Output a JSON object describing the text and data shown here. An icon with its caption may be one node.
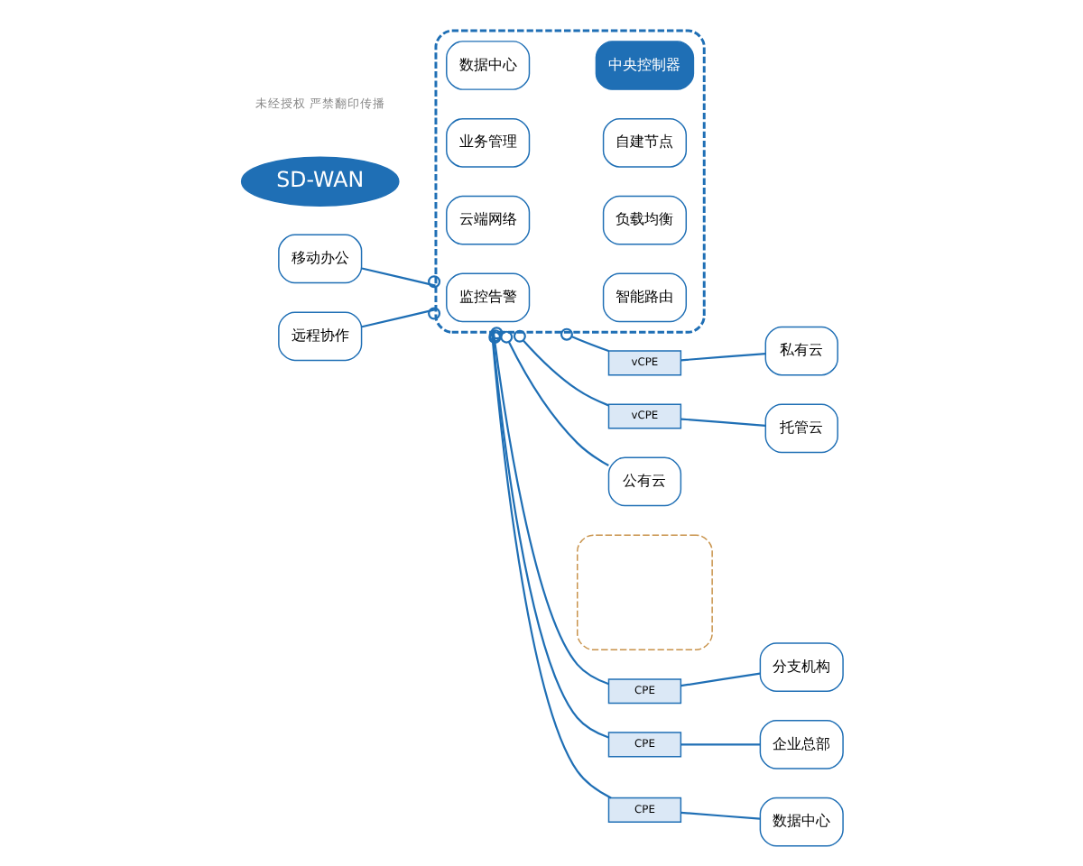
{
  "diagram": {
    "nodes": [
      {
        "text": [],
        "shape": "box"
      },
      {
        "text": [
          "监控告警"
        ],
        "in": 0
      },
      {
        "text": [
          "智能路由"
        ],
        "in": 0
      },
      {
        "text": [
          "数据中心"
        ],
        "in": 0
      },
      {
        "text": [
          "中央控制器"
        ],
        "in": 0
      },
      {
        "text": [
          "业务管理"
        ],
        "in": 0
      },
      {
        "text": [
          "自建节点"
        ],
        "in": 0
      },
      {
        "text": [
          "云端网络"
        ],
        "in": 0
      },
      {
        "text": [
          "负载均衡"
        ],
        "in": 0
      },
      {
        "text": [
          "SD-WAN"
        ]
      },
      {
        "text": [
          "移动办公"
        ]
      },
      {
        "text": [
          "远程协作"
        ]
      },
      {
        "text": [
          "私有云"
        ]
      },
      {
        "text": [
          "vCPE"
        ]
      },
      {
        "text": [
          "托管云"
        ]
      },
      {
        "text": [
          "vCPE"
        ]
      },
      {
        "text": [
          "公有云"
        ]
      },
      {
        "text": [],
        "shape": "box"
      },
      {
        "text": [
          "分支机构"
        ]
      },
      {
        "text": [
          "CPE"
        ]
      },
      {
        "text": [
          "企业总部"
        ]
      },
      {
        "text": [
          "CPE"
        ]
      },
      {
        "text": [
          "数据中心"
        ]
      },
      {
        "text": [
          "CPE"
        ]
      }
    ],
    "edges": [
      {
        "from": 0,
        "to": 10,
        "arrow": "other"
      },
      {
        "from": 0,
        "to": 11,
        "arrow": "other"
      },
      {
        "from": 0,
        "to": 13,
        "arrow": "other"
      },
      {
        "from": 13,
        "to": 12,
        "arrow": "none"
      },
      {
        "from": 0,
        "to": 15,
        "arrow": "other"
      },
      {
        "from": 15,
        "to": 14,
        "arrow": "none"
      },
      {
        "from": 0,
        "to": 16,
        "arrow": "other"
      },
      {
        "from": 0,
        "to": 19,
        "arrow": "other"
      },
      {
        "from": 19,
        "to": 18,
        "arrow": "none"
      },
      {
        "from": 0,
        "to": 21,
        "arrow": "other"
      },
      {
        "from": 21,
        "to": 20,
        "arrow": "none"
      },
      {
        "from": 0,
        "to": 23,
        "arrow": "other"
      },
      {
        "from": 23,
        "to": 22,
        "arrow": "none"
      }
    ],
    "labels": [
      "未经授权 严禁翻印传播"
    ]
  }
}
